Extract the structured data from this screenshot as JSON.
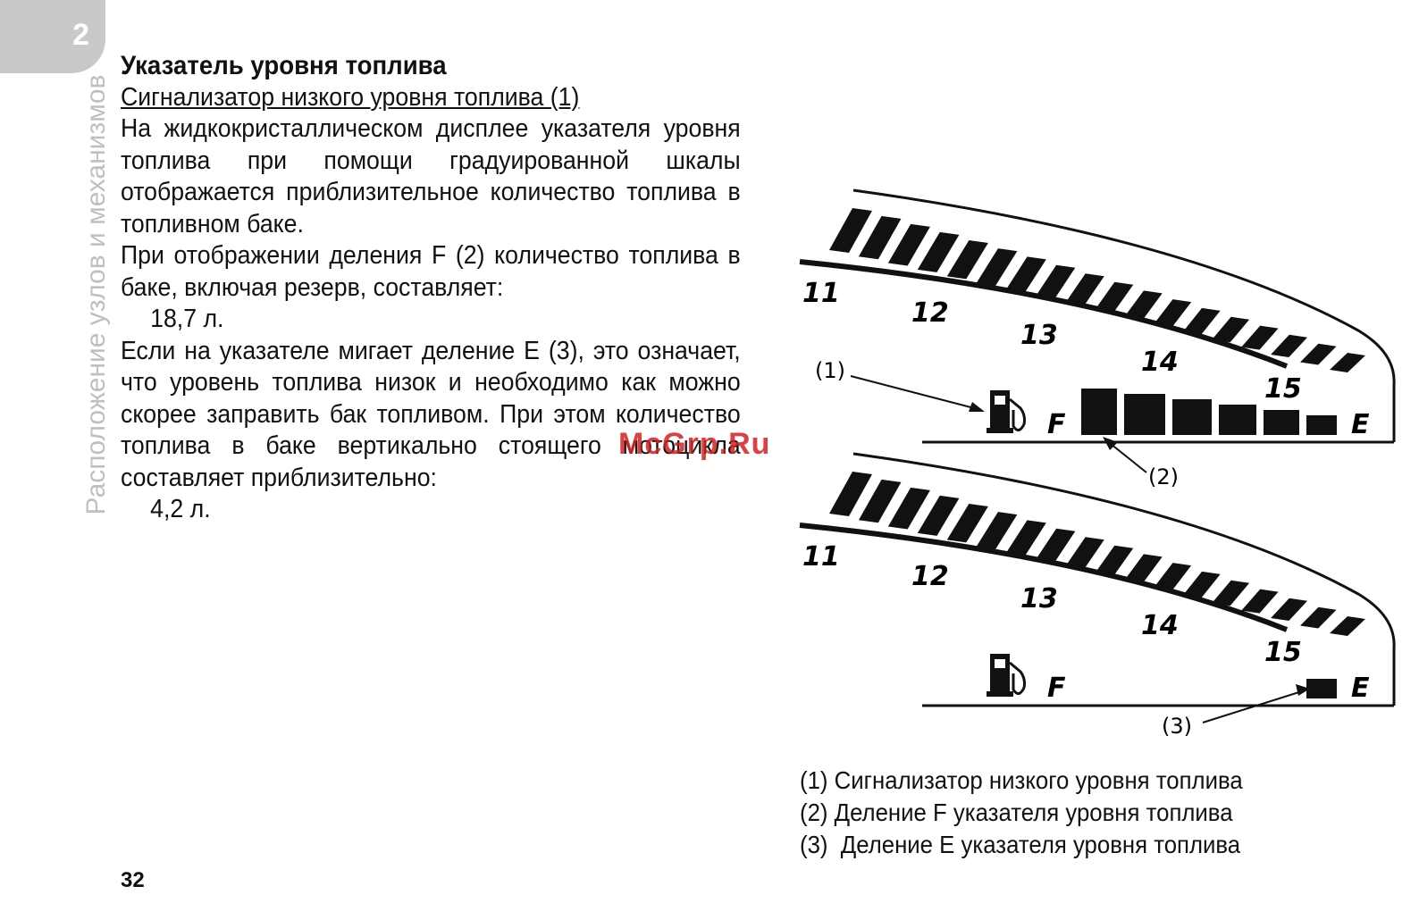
{
  "tab": {
    "number": "2"
  },
  "side_title": "Расположение узлов и механизмов",
  "heading": "Указатель уровня топлива",
  "subheading": "Сигнализатор низкого уровня топлива (1)",
  "paragraphs": {
    "p1": "На жидкокристаллическом дисплее указателя уровня топлива при помощи градуированной шкалы отображается приблизительное количество топлива в топливном баке.",
    "p2": "При отображении  деления F (2) количество топлива в баке, включая резерв, составляет:",
    "v1": "18,7 л.",
    "p3": "Если на указателе мигает деление E (3), это означает, что уровень топлива низок и необходимо как можно скорее заправить бак топливом. При этом количество топлива в баке вертикально стоящего мотоцикла составляет приблизительно:",
    "v2": "4,2 л."
  },
  "watermark": "McGrp.Ru",
  "figure": {
    "scale_labels": [
      "11",
      "12",
      "13",
      "14",
      "15"
    ],
    "full_label": "F",
    "empty_label": "E",
    "callouts": {
      "c1": "(1)",
      "c2": "(2)",
      "c3": "(3)"
    },
    "top_panel_segments_lit": 6,
    "bottom_panel_segments_lit": 1
  },
  "legend": {
    "item1": "(1) Сигнализатор низкого уровня топлива",
    "item2": "(2) Деление F указателя уровня топлива",
    "item3": "(3)  Деление E указателя уровня топлива"
  },
  "page_number": "32"
}
